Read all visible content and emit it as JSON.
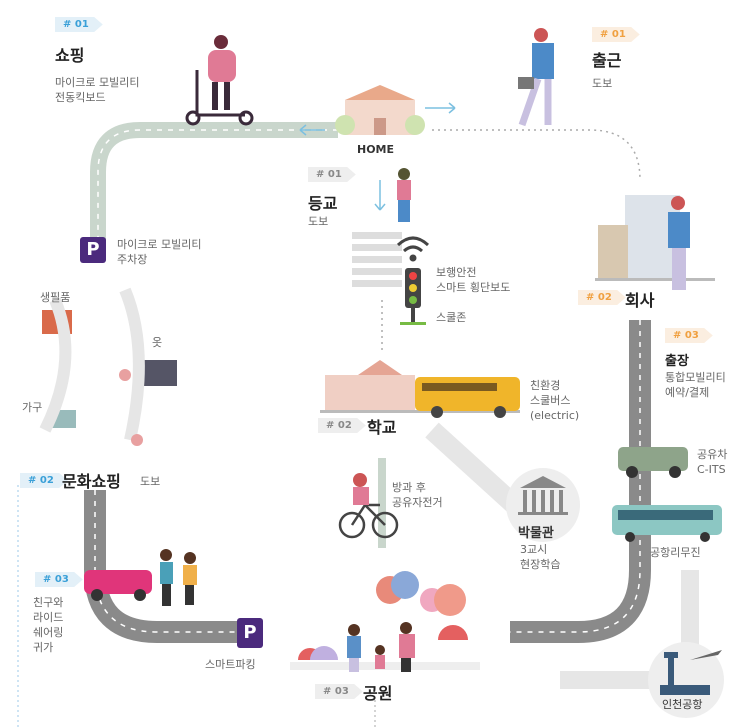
{
  "home": {
    "label": "HOME"
  },
  "shopping": {
    "tag": "# 01",
    "title": "쇼핑",
    "desc": [
      "마이크로 모빌리티",
      "전동킥보드"
    ]
  },
  "parking_micro": {
    "icon": "P",
    "desc": [
      "마이크로 모빌리티",
      "주차장"
    ]
  },
  "commute": {
    "tag": "# 01",
    "title": "출근",
    "desc": "도보"
  },
  "school_walk": {
    "tag": "# 01",
    "title": "등교",
    "desc": "도보"
  },
  "crosswalk": {
    "desc": [
      "보행안전",
      "스마트 횡단보도"
    ],
    "zone": "스쿨존"
  },
  "company": {
    "tag": "# 02",
    "title": "회사"
  },
  "trip": {
    "tag": "# 03",
    "title": "출장",
    "desc": [
      "통합모빌리티",
      "예약/결제"
    ]
  },
  "school": {
    "tag": "# 02",
    "title": "학교",
    "bus": [
      "친환경",
      "스쿨버스",
      "(electric)"
    ]
  },
  "shops": {
    "daily": "생필품",
    "clothes": "옷",
    "furniture": "가구"
  },
  "culture": {
    "tag": "# 02",
    "title": "문화쇼핑",
    "desc": "도보"
  },
  "bike": {
    "desc": [
      "방과 후",
      "공유자전거"
    ]
  },
  "museum": {
    "title": "박물관",
    "desc": [
      "3교시",
      "현장학습"
    ]
  },
  "carshare": {
    "desc": [
      "공유차",
      "C-ITS"
    ]
  },
  "limousine": {
    "desc": "공항리무진"
  },
  "ride": {
    "tag": "# 03",
    "desc": [
      "친구와",
      "라이드",
      "쉐어링",
      "귀가"
    ]
  },
  "smart_parking": {
    "icon": "P",
    "desc": "스마트파킹"
  },
  "park_area": {
    "tag": "# 03",
    "title": "공원"
  },
  "airport": {
    "title": "인천공항"
  },
  "colors": {
    "road_green": "#c9d6cc",
    "road_gray": "#8a8a8a",
    "parking": "#4b2a7d",
    "accent_blue": "#3aa0d8",
    "accent_orange": "#f0a040"
  }
}
